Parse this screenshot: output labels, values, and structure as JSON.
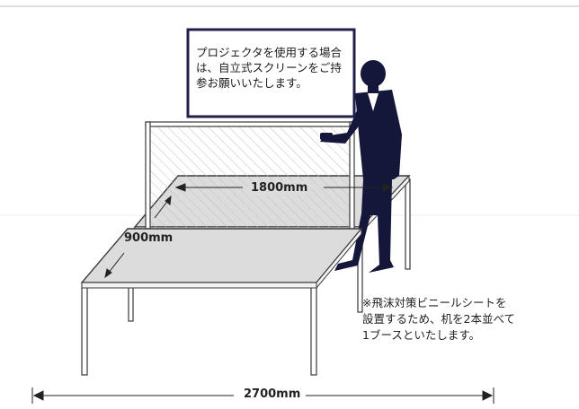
{
  "sign": {
    "lines": [
      "プロジェクタを使用する場合",
      "は、自立式スクリーンをご持",
      "参お願いいたします。"
    ]
  },
  "dimensions": {
    "depth": "1800mm",
    "width": "900mm",
    "total": "2700mm"
  },
  "side_note": {
    "lines": [
      "※飛沫対策ビニールシートを",
      "設置するため、机を2本並べて",
      "1ブースといたします。"
    ]
  },
  "colors": {
    "table_top": "#dcdcdc",
    "table_edge": "#3a3a3a",
    "person": "#14163a",
    "sign_border": "#1f1f4a"
  }
}
